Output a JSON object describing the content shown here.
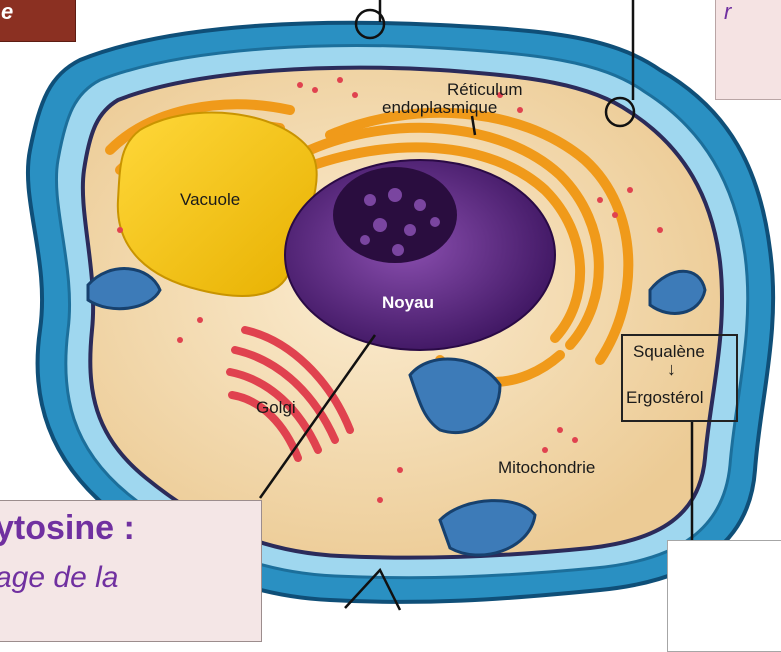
{
  "diagram": {
    "labels": {
      "vacuole": "Vacuole",
      "reticulum_line1": "Réticulum",
      "reticulum_line2": "endoplasmique",
      "noyau": "Noyau",
      "golgi": "Golgi",
      "mitochondrie": "Mitochondrie",
      "squalene": "Squalène",
      "arrow": "↓",
      "ergosterol": "Ergostérol"
    },
    "callouts": {
      "top_left_text": "e",
      "left_box_title": "ytosine :",
      "left_box_subtitle": "age de la",
      "top_right_text": "r"
    }
  },
  "colors": {
    "cell_wall": "#3fb0d8",
    "cell_wall_dark": "#1f6f96",
    "cytoplasm": "#f4dcae",
    "vacuole": "#f7c600",
    "nucleus": "#5a2a78",
    "reticulum": "#f09a1a",
    "golgi": "#e0424f",
    "mitochondria": "#3d7bb8",
    "accent_purple": "#7030a0"
  }
}
